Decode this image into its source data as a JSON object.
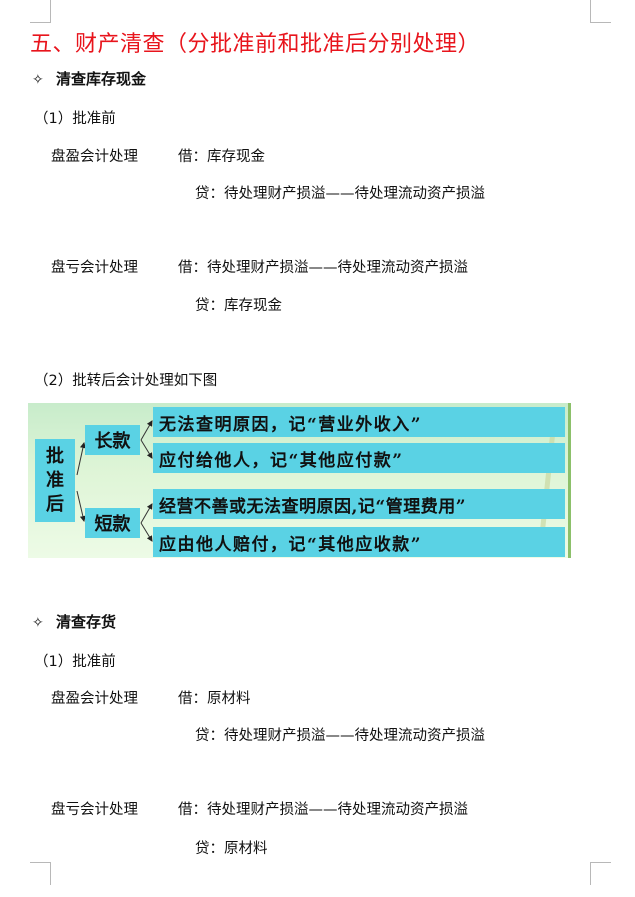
{
  "title": "五、财产清查（分批准前和批准后分别处理）",
  "colors": {
    "title": "#e8141c",
    "diagram_box": "#5ad2e4",
    "diagram_bg": "#dff5d7"
  },
  "sections": [
    {
      "bullet": "✧",
      "heading": "清查库存现金",
      "before": {
        "label": "（1）批准前",
        "surplus": {
          "label": "盘盈会计处理",
          "debit": "借：库存现金",
          "credit": "贷：待处理财产损溢——待处理流动资产损溢"
        },
        "shortage": {
          "label": "盘亏会计处理",
          "debit": "借：待处理财产损溢——待处理流动资产损溢",
          "credit": "贷：库存现金"
        }
      },
      "after": {
        "label": "（2）批转后会计处理如下图"
      }
    },
    {
      "bullet": "✧",
      "heading": "清查存货",
      "before": {
        "label": "（1）批准前",
        "surplus": {
          "label": "盘盈会计处理",
          "debit": "借：原材料",
          "credit": "贷：待处理财产损溢——待处理流动资产损溢"
        },
        "shortage": {
          "label": "盘亏会计处理",
          "debit": "借：待处理财产损溢——待处理流动资产损溢",
          "credit": "贷：原材料"
        }
      }
    }
  ],
  "diagram": {
    "root": [
      "批",
      "准",
      "后"
    ],
    "branches": [
      {
        "label": "长款",
        "leaves": [
          "无法查明原因，记“营业外收入”",
          "应付给他人，记“其他应付款”"
        ]
      },
      {
        "label": "短款",
        "leaves": [
          "经营不善或无法查明原因,记“管理费用”",
          "应由他人赔付，记“其他应收款”"
        ]
      }
    ]
  }
}
